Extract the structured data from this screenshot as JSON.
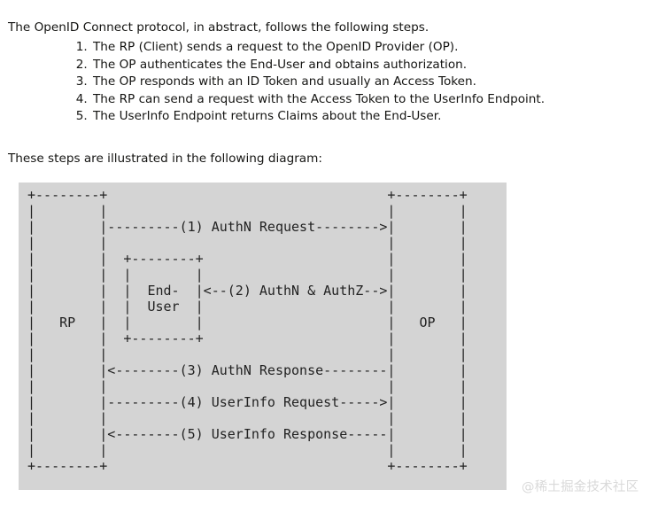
{
  "page": {
    "background_color": "#ffffff",
    "text_color": "#141412"
  },
  "intro_paragraph": "The OpenID Connect protocol, in abstract, follows the following steps.",
  "steps": [
    "The RP (Client) sends a request to the OpenID Provider (OP).",
    "The OP authenticates the End-User and obtains authorization.",
    "The OP responds with an ID Token and usually an Access Token.",
    "The RP can send a request with the Access Token to the UserInfo Endpoint.",
    "The UserInfo Endpoint returns Claims about the End-User."
  ],
  "outro_paragraph": "These steps are illustrated in the following diagram:",
  "diagram": {
    "background_color": "#d4d4d4",
    "text_color": "#222222",
    "actors": [
      "RP",
      "End-User",
      "OP"
    ],
    "messages": [
      {
        "number": "(1)",
        "label": "AuthN Request",
        "direction": "RP -> OP"
      },
      {
        "number": "(2)",
        "label": "AuthN & AuthZ",
        "direction": "End-User <-> OP"
      },
      {
        "number": "(3)",
        "label": "AuthN Response",
        "direction": "OP -> RP"
      },
      {
        "number": "(4)",
        "label": "UserInfo Request",
        "direction": "RP -> OP"
      },
      {
        "number": "(5)",
        "label": "UserInfo Response",
        "direction": "OP -> RP"
      }
    ],
    "ascii": "+--------+                                   +--------+\n|        |                                   |        |\n|        |---------(1) AuthN Request-------->|        |\n|        |                                   |        |\n|        |  +--------+                       |        |\n|        |  |        |                       |        |\n|        |  |  End-  |<--(2) AuthN & AuthZ-->|        |\n|        |  |  User  |                       |        |\n|   RP   |  |        |                       |   OP   |\n|        |  +--------+                       |        |\n|        |                                   |        |\n|        |<--------(3) AuthN Response--------|        |\n|        |                                   |        |\n|        |---------(4) UserInfo Request----->|        |\n|        |                                   |        |\n|        |<--------(5) UserInfo Response-----|        |\n|        |                                   |        |\n+--------+                                   +--------+"
  },
  "watermark": {
    "text": "@稀土掘金技术社区",
    "color": "#d9d9d9"
  }
}
